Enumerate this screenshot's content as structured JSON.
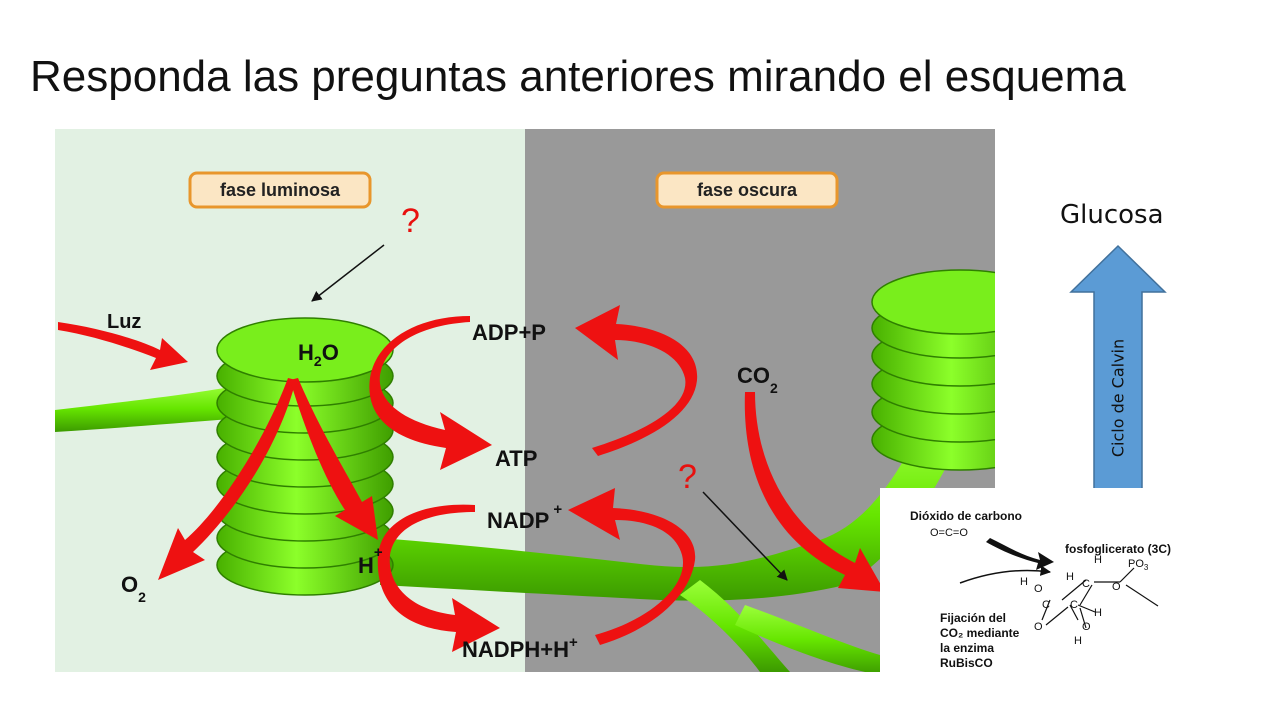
{
  "slide": {
    "title": "Responda las preguntas anteriores mirando el esquema"
  },
  "diagram": {
    "phases": {
      "light": "fase luminosa",
      "dark": "fase oscura"
    },
    "labels": {
      "luz": "Luz",
      "h2o_main": "H",
      "h2o_sub": "2",
      "h2o_tail": "O",
      "adp_p": "ADP+P",
      "atp": "ATP",
      "nadp_main": "NADP",
      "nadp_sup": "+",
      "nadph": "NADPH+H",
      "nadph_sup": "+",
      "h_main": "H",
      "h_sup": "+",
      "o2_main": "O",
      "o2_sub": "2",
      "co2_main": "CO",
      "co2_sub": "2"
    },
    "questions": {
      "q1": "?",
      "q2": "?"
    },
    "colors": {
      "light_bg": "#e2f1e3",
      "dark_bg": "#999999",
      "thylakoid": "#66e600",
      "thylakoid_dark": "#3c9a00",
      "arrow_red": "#ee1111",
      "calvin_arrow": "#5b9bd5"
    }
  },
  "calvin": {
    "glucose": "Glucosa",
    "label": "Ciclo de Calvin"
  },
  "inset": {
    "co2_title": "Dióxido de carbono",
    "co2_formula": "O=C=O",
    "product": "fosfoglicerato (3C)",
    "group": "PO",
    "group_sub": "3",
    "fixation": [
      "Fijación del",
      "CO₂ mediante",
      "la enzima",
      "RuBisCO"
    ],
    "atoms": {
      "h": "H",
      "o": "O",
      "c": "C"
    }
  }
}
